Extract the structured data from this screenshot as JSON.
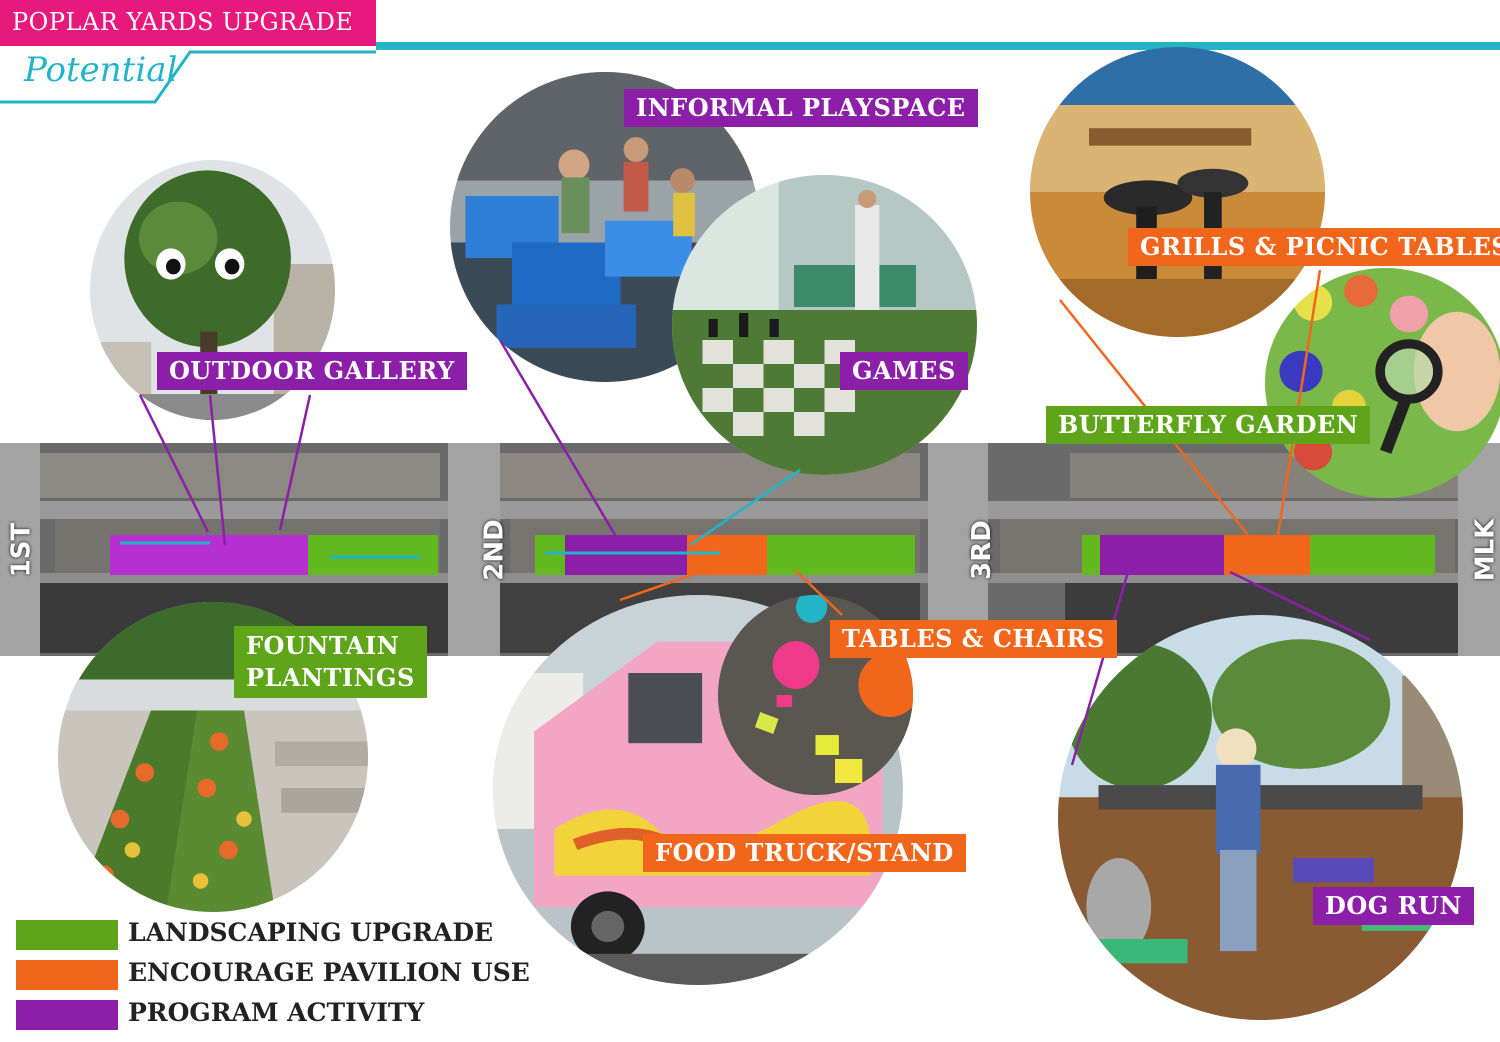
{
  "header": {
    "title": "POPLAR YARDS UPGRADE",
    "subtitle": "Potential"
  },
  "streets": [
    "1ST",
    "2ND",
    "3RD",
    "MLK"
  ],
  "labels": {
    "outdoor_gallery": "OUTDOOR GALLERY",
    "informal_playspace": "INFORMAL PLAYSPACE",
    "games": "GAMES",
    "grills_picnic": "GRILLS & PICNIC TABLES",
    "butterfly_garden": "BUTTERFLY GARDEN",
    "fountain_plantings_line1": "FOUNTAIN",
    "fountain_plantings_line2": "PLANTINGS",
    "tables_chairs": "TABLES & CHAIRS",
    "food_truck": "FOOD TRUCK/STAND",
    "dog_run": "DOG RUN"
  },
  "legend": [
    {
      "label": "LANDSCAPING UPGRADE",
      "color": "#5ea51a"
    },
    {
      "label": "ENCOURAGE PAVILION USE",
      "color": "#f2661b"
    },
    {
      "label": "PROGRAM ACTIVITY",
      "color": "#8c1fa8"
    }
  ],
  "colors": {
    "pink": "#e8197d",
    "teal": "#22b5c8",
    "purple": "#8c1fa8",
    "orange": "#f2661b",
    "green": "#5ea51a"
  }
}
